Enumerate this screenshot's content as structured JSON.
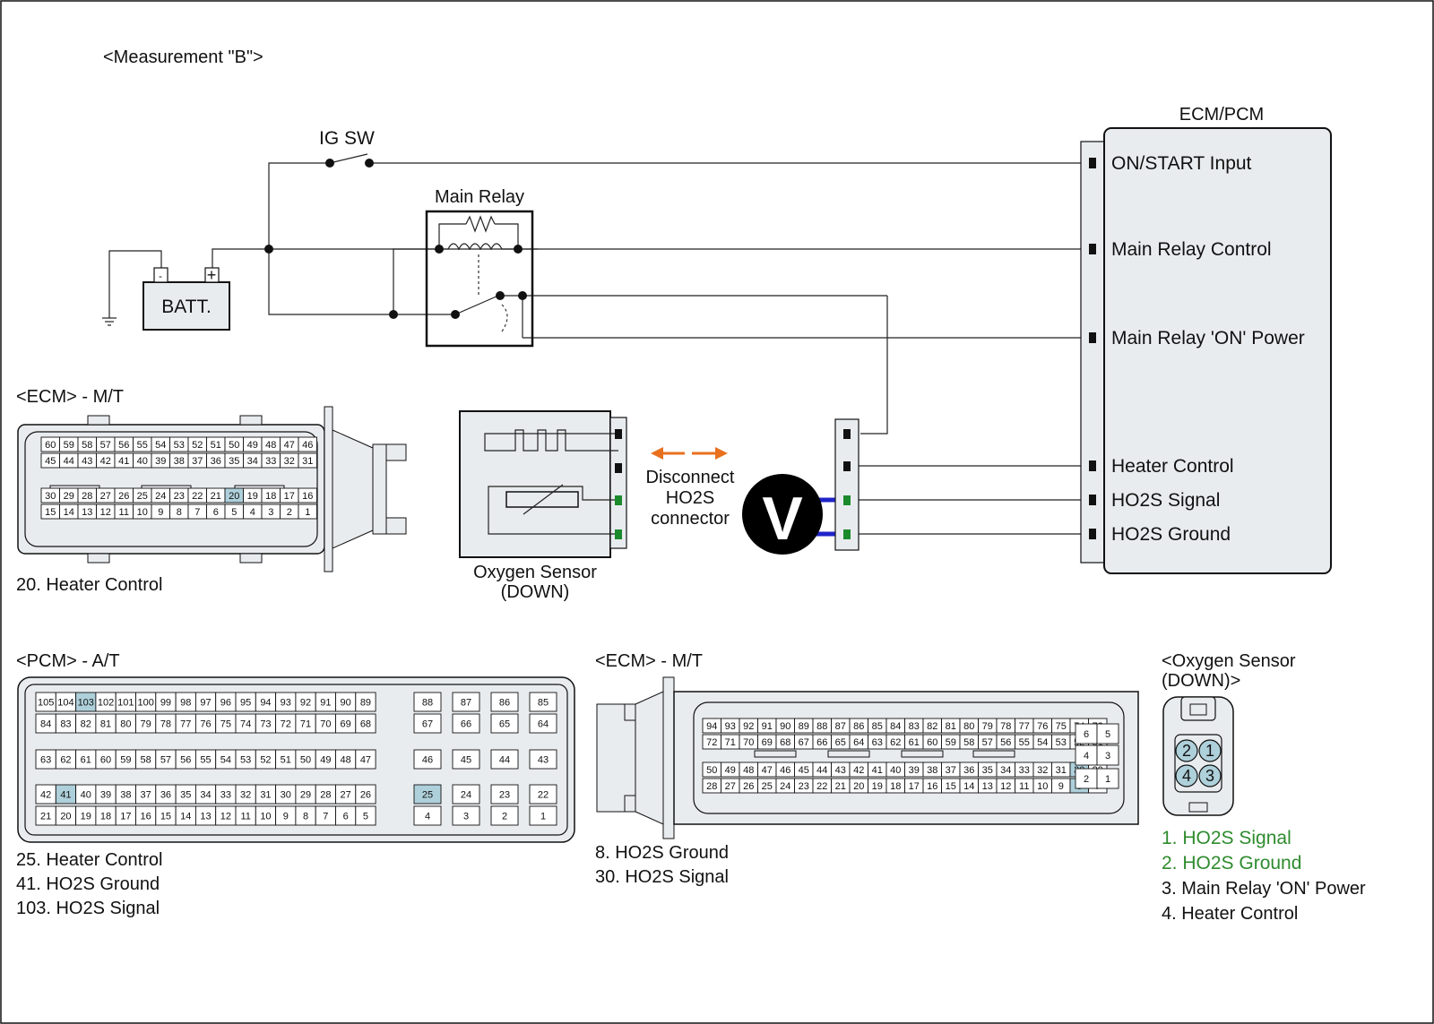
{
  "title": "<Measurement \"B\">",
  "labels": {
    "ig_sw": "IG SW",
    "main_relay": "Main Relay",
    "batt": "BATT.",
    "batt_minus": "-",
    "batt_plus": "+",
    "ecm_pcm": "ECM/PCM",
    "voltmeter": "V",
    "disconnect": [
      "Disconnect",
      "HO2S",
      "connector"
    ],
    "oxygen_sensor": [
      "Oxygen Sensor",
      "(DOWN)"
    ]
  },
  "ecm_pins": [
    "ON/START Input",
    "Main Relay Control",
    "Main Relay 'ON' Power",
    "Heater Control",
    "HO2S Signal",
    "HO2S Ground"
  ],
  "ecm_mt_top": {
    "title": "<ECM> - M/T",
    "rows": [
      [
        "60",
        "59",
        "58",
        "57",
        "56",
        "55",
        "54",
        "53",
        "52",
        "51",
        "50",
        "49",
        "48",
        "47",
        "46"
      ],
      [
        "45",
        "44",
        "43",
        "42",
        "41",
        "40",
        "39",
        "38",
        "37",
        "36",
        "35",
        "34",
        "33",
        "32",
        "31"
      ],
      [
        "30",
        "29",
        "28",
        "27",
        "26",
        "25",
        "24",
        "23",
        "22",
        "21",
        "20",
        "19",
        "18",
        "17",
        "16"
      ],
      [
        "15",
        "14",
        "13",
        "12",
        "11",
        "10",
        "9",
        "8",
        "7",
        "6",
        "5",
        "4",
        "3",
        "2",
        "1"
      ]
    ],
    "highlight": [
      "20"
    ],
    "notes": [
      "20. Heater Control"
    ]
  },
  "pcm_at": {
    "title": "<PCM> - A/T",
    "left_rows": [
      [
        "105",
        "104",
        "103",
        "102",
        "101",
        "100",
        "99",
        "98",
        "97",
        "96",
        "95",
        "94",
        "93",
        "92",
        "91",
        "90",
        "89"
      ],
      [
        "84",
        "83",
        "82",
        "81",
        "80",
        "79",
        "78",
        "77",
        "76",
        "75",
        "74",
        "73",
        "72",
        "71",
        "70",
        "69",
        "68"
      ],
      [
        "63",
        "62",
        "61",
        "60",
        "59",
        "58",
        "57",
        "56",
        "55",
        "54",
        "53",
        "52",
        "51",
        "50",
        "49",
        "48",
        "47"
      ],
      [
        "42",
        "41",
        "40",
        "39",
        "38",
        "37",
        "36",
        "35",
        "34",
        "33",
        "32",
        "31",
        "30",
        "29",
        "28",
        "27",
        "26"
      ],
      [
        "21",
        "20",
        "19",
        "18",
        "17",
        "16",
        "15",
        "14",
        "13",
        "12",
        "11",
        "10",
        "9",
        "8",
        "7",
        "6",
        "5"
      ]
    ],
    "right_rows": [
      [
        "88",
        "87",
        "86",
        "85"
      ],
      [
        "67",
        "66",
        "65",
        "64"
      ],
      [
        "46",
        "45",
        "44",
        "43"
      ],
      [
        "25",
        "24",
        "23",
        "22"
      ],
      [
        "4",
        "3",
        "2",
        "1"
      ]
    ],
    "highlight": [
      "103",
      "41",
      "25"
    ],
    "notes": [
      "25. Heater Control",
      "41. HO2S Ground",
      "103. HO2S Signal"
    ]
  },
  "ecm_mt_bottom": {
    "title": "<ECM> - M/T",
    "rows": [
      [
        "94",
        "93",
        "92",
        "91",
        "90",
        "89",
        "88",
        "87",
        "86",
        "85",
        "84",
        "83",
        "82",
        "81",
        "80",
        "79",
        "78",
        "77",
        "76",
        "75",
        "74",
        "73"
      ],
      [
        "72",
        "71",
        "70",
        "69",
        "68",
        "67",
        "66",
        "65",
        "64",
        "63",
        "62",
        "61",
        "60",
        "59",
        "58",
        "57",
        "56",
        "55",
        "54",
        "53",
        "52",
        "51"
      ],
      [
        "50",
        "49",
        "48",
        "47",
        "46",
        "45",
        "44",
        "43",
        "42",
        "41",
        "40",
        "39",
        "38",
        "37",
        "36",
        "35",
        "34",
        "33",
        "32",
        "31",
        "30",
        "29"
      ],
      [
        "28",
        "27",
        "26",
        "25",
        "24",
        "23",
        "22",
        "21",
        "20",
        "19",
        "18",
        "17",
        "16",
        "15",
        "14",
        "13",
        "12",
        "11",
        "10",
        "9",
        "8",
        "7"
      ]
    ],
    "side": [
      [
        "6",
        "5"
      ],
      [
        "4",
        "3"
      ],
      [
        "2",
        "1"
      ]
    ],
    "highlight": [
      "30",
      "8"
    ],
    "notes": [
      "8. HO2S Ground",
      "30. HO2S Signal"
    ]
  },
  "o2_connector": {
    "title": [
      "<Oxygen Sensor",
      "(DOWN)>"
    ],
    "pins": [
      "2",
      "1",
      "4",
      "3"
    ],
    "notes": [
      {
        "text": "1. HO2S Signal",
        "color": "#2e8b2e"
      },
      {
        "text": "2. HO2S Ground",
        "color": "#2e8b2e"
      },
      {
        "text": "3. Main Relay 'ON' Power",
        "color": "#111111"
      },
      {
        "text": "4. Heater Control",
        "color": "#111111"
      }
    ]
  },
  "colors": {
    "connector_fill": "#e9ecef",
    "highlight": "#aed0da",
    "arrow": "#e8701e",
    "probe": "#1f24c8",
    "pin_green": "#1b8a2b",
    "pin_black": "#111111"
  }
}
